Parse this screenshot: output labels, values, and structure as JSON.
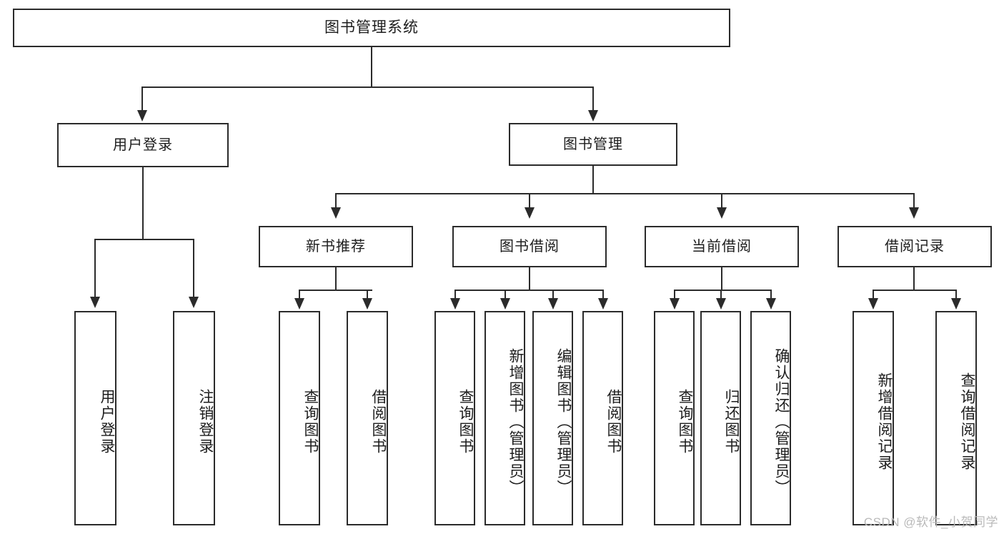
{
  "diagram": {
    "title": "图书管理系统",
    "type": "hierarchy-tree",
    "levels": 4,
    "colors": {
      "box_border": "#2b2b2b",
      "box_fill": "#ffffff",
      "connector": "#2b2b2b",
      "text": "#1d1d1d",
      "watermark": "#b9b9b9",
      "background": "#ffffff"
    }
  },
  "root": {
    "label": "图书管理系统"
  },
  "level2": [
    {
      "label": "用户登录"
    },
    {
      "label": "图书管理"
    }
  ],
  "level3": [
    {
      "label": "新书推荐"
    },
    {
      "label": "图书借阅"
    },
    {
      "label": "当前借阅"
    },
    {
      "label": "借阅记录"
    }
  ],
  "leaves": {
    "user_login": [
      {
        "label": "用户登录"
      },
      {
        "label": "注销登录"
      }
    ],
    "new_book_recommend": [
      {
        "label": "查询图书"
      },
      {
        "label": "借阅图书"
      }
    ],
    "book_borrow": [
      {
        "label": "查询图书"
      },
      {
        "label": "新增图书（管理员）"
      },
      {
        "label": "编辑图书（管理员）"
      },
      {
        "label": "借阅图书"
      }
    ],
    "current_borrow": [
      {
        "label": "查询图书"
      },
      {
        "label": "归还图书"
      },
      {
        "label": "确认归还（管理员）"
      }
    ],
    "borrow_record": [
      {
        "label": "新增借阅记录"
      },
      {
        "label": "查询借阅记录"
      }
    ]
  },
  "watermark": {
    "text": "CSDN @软件_小贺同学"
  }
}
